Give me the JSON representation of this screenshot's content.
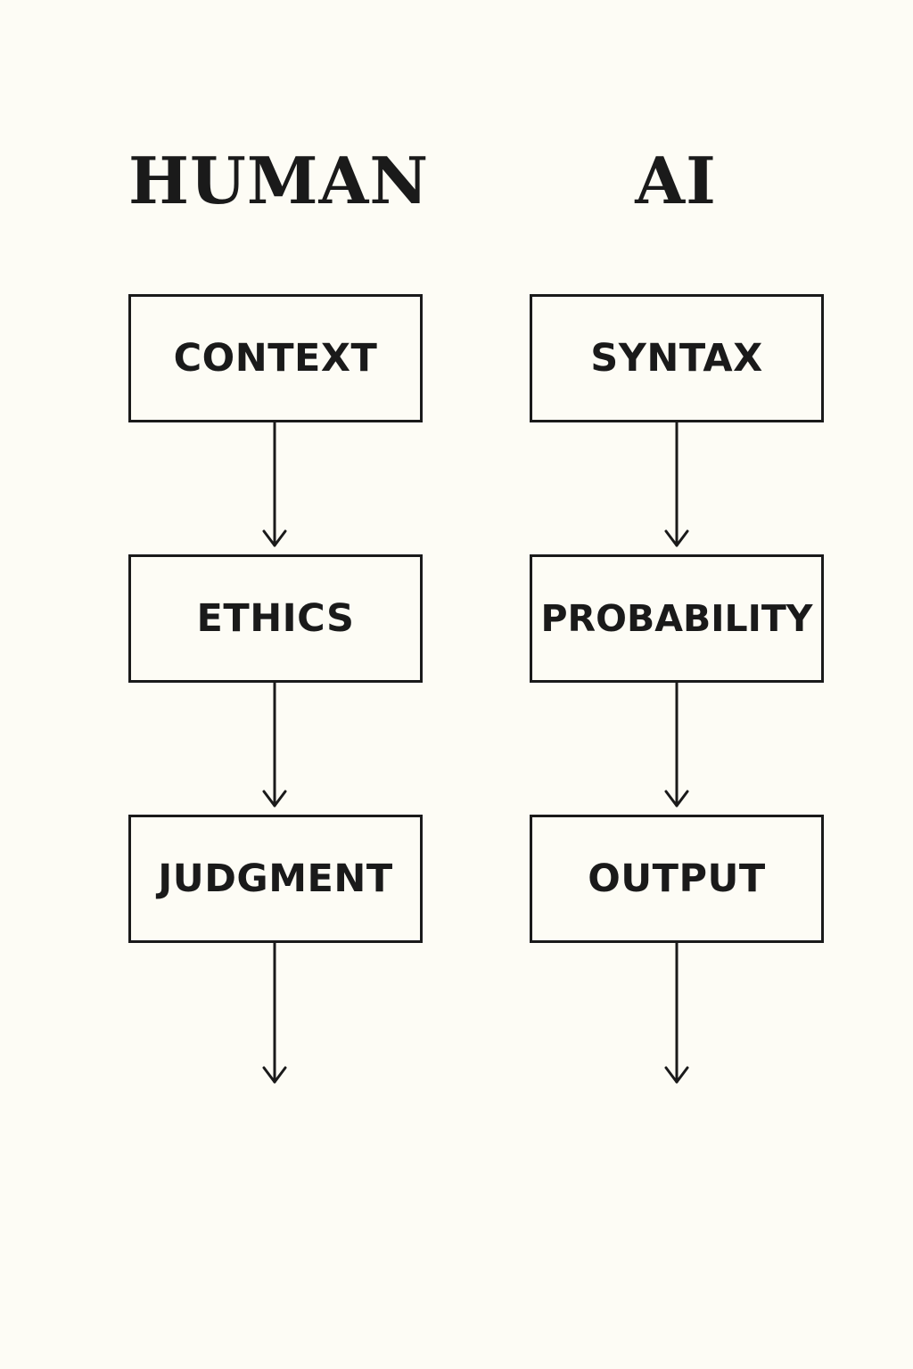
{
  "human": {
    "title": "HUMAN",
    "steps": [
      "CONTEXT",
      "ETHICS",
      "JUDGMENT"
    ]
  },
  "ai": {
    "title": "AI",
    "steps": [
      "SYNTAX",
      "PROBABILITY",
      "OUTPUT"
    ]
  },
  "colors": {
    "background": "#fdfcf5",
    "ink": "#1a1a1a"
  }
}
